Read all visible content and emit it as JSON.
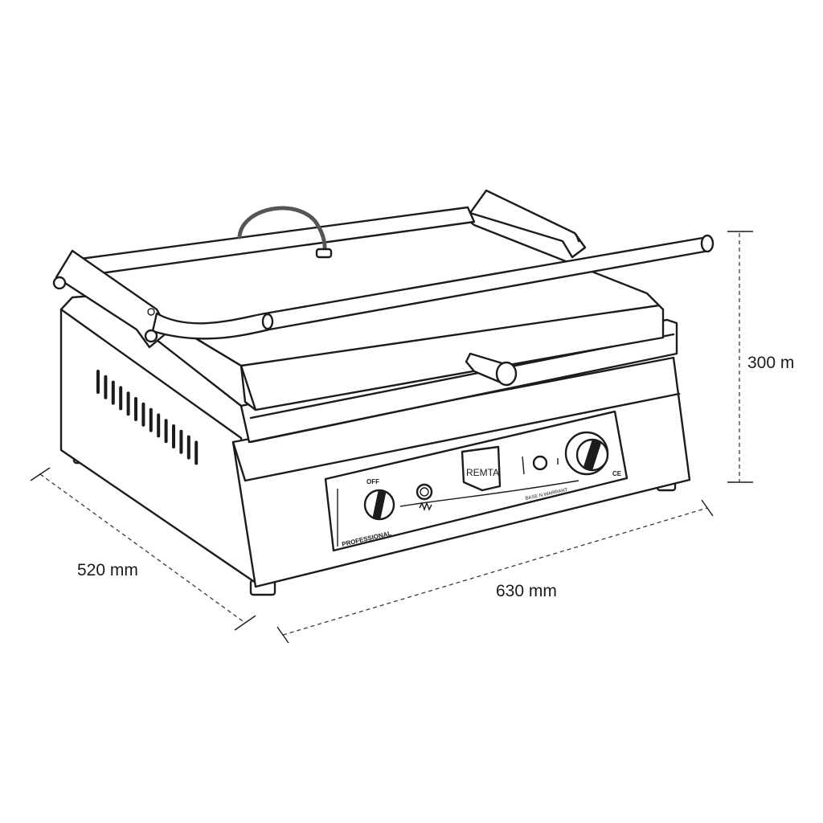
{
  "dimensions": {
    "depth": "520 mm",
    "width": "630 mm",
    "height": "300 m"
  },
  "panel": {
    "brand": "REMTA",
    "off_label": "OFF",
    "series_label": "PROFESSIONAL",
    "info_text": "BASE N WARRANT",
    "ce_mark": "CE"
  }
}
